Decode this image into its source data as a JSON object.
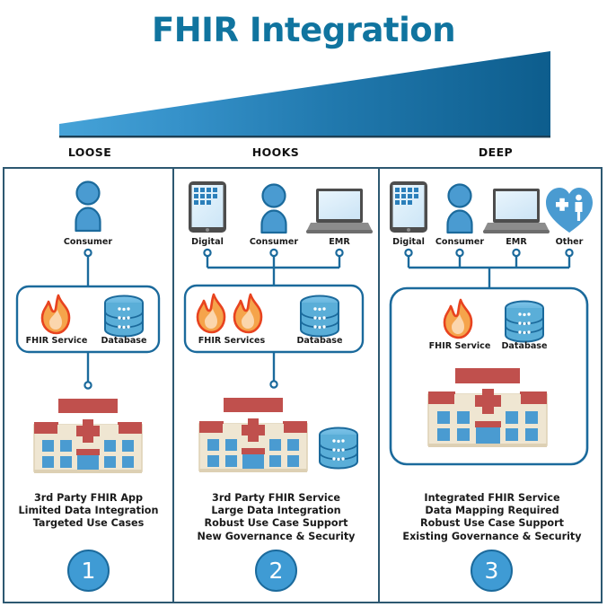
{
  "title": "FHIR Integration",
  "theme": {
    "title_color": "#10749f",
    "panel_border": "#2d5871",
    "connector": "#1b6a9c",
    "icon_blue": "#4a9bd1",
    "icon_blue_dark": "#1b6a9c",
    "flame_orange": "#f5a44b",
    "flame_red": "#e8431f",
    "hospital_red": "#c0504d",
    "hospital_wall": "#efe6d2",
    "number_circle_fill": "#3f9bd4",
    "wedge_light": "#3f9bd4",
    "wedge_dark": "#0f5f8f"
  },
  "scale": {
    "labels": [
      "LOOSE",
      "HOOKS",
      "DEEP"
    ]
  },
  "columns": [
    {
      "number": "1",
      "sources": [
        {
          "icon": "person-icon",
          "label": "Consumer"
        }
      ],
      "service_box": {
        "flames": 1,
        "service_label": "FHIR Service",
        "database_label": "Database"
      },
      "external_database": false,
      "hospital_inside_box": false,
      "caption": "3rd Party FHIR App\nLimited Data Integration\nTargeted Use Cases"
    },
    {
      "number": "2",
      "sources": [
        {
          "icon": "tablet-icon",
          "label": "Digital"
        },
        {
          "icon": "person-icon",
          "label": "Consumer"
        },
        {
          "icon": "laptop-icon",
          "label": "EMR"
        }
      ],
      "service_box": {
        "flames": 2,
        "service_label": "FHIR Services",
        "database_label": "Database"
      },
      "external_database": true,
      "hospital_inside_box": false,
      "caption": "3rd Party FHIR Service\nLarge Data Integration\nRobust Use Case Support\nNew Governance & Security"
    },
    {
      "number": "3",
      "sources": [
        {
          "icon": "tablet-icon",
          "label": "Digital"
        },
        {
          "icon": "person-icon",
          "label": "Consumer"
        },
        {
          "icon": "laptop-icon",
          "label": "EMR"
        },
        {
          "icon": "heart-health-icon",
          "label": "Other"
        }
      ],
      "service_box": {
        "flames": 1,
        "service_label": "FHIR Service",
        "database_label": "Database"
      },
      "external_database": false,
      "hospital_inside_box": true,
      "caption": "Integrated FHIR Service\nData Mapping Required\nRobust Use Case Support\nExisting Governance & Security"
    }
  ]
}
